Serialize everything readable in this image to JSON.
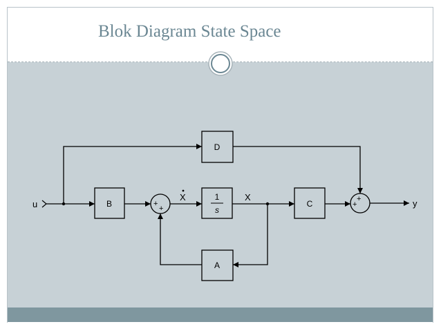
{
  "slide": {
    "title": "Blok Diagram State Space"
  },
  "diagram": {
    "input_label": "u",
    "output_label": "y",
    "blocks": {
      "B": "B",
      "D": "D",
      "C": "C",
      "A": "A",
      "integrator_num": "1",
      "integrator_den": "s"
    },
    "signals": {
      "xdot": "X",
      "x": "X"
    },
    "sum1": {
      "plus_left": "+",
      "plus_bottom": "+"
    },
    "sum2": {
      "plus_left": "+",
      "plus_top": "+"
    }
  },
  "colors": {
    "accent": "#6b8793",
    "content_bg": "#c7d1d6",
    "footer": "#7f979f",
    "line": "#000000"
  }
}
